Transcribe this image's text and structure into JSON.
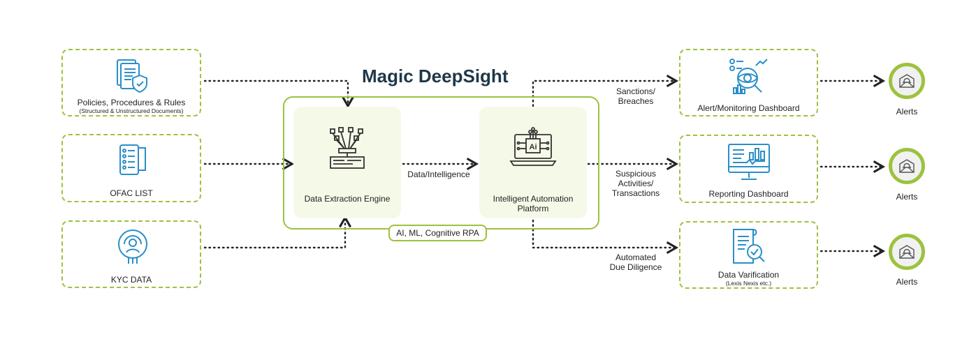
{
  "title": "Magic DeepSight",
  "inputs": [
    {
      "label": "Policies, Procedures & Rules",
      "sublabel": "(Structured & Unstructured Documents)",
      "icon": "documents-shield-icon"
    },
    {
      "label": "OFAC LIST",
      "icon": "checklist-icon"
    },
    {
      "label": "KYC DATA",
      "icon": "fingerprint-user-icon"
    }
  ],
  "engine": {
    "extraction_label": "Data Extraction Engine",
    "automation_label": "Intelligent Automation Platform",
    "flow_label": "Data/Intelligence",
    "tech_label": "AI, ML, Cognitive RPA"
  },
  "flows": [
    {
      "label_line1": "Sanctions/",
      "label_line2": "Breaches",
      "label_line3": ""
    },
    {
      "label_line1": "Suspicious",
      "label_line2": "Activities/",
      "label_line3": "Transactions"
    },
    {
      "label_line1": "Automated",
      "label_line2": "Due Diligence",
      "label_line3": ""
    }
  ],
  "outputs": [
    {
      "label": "Alert/Monitoring Dashboard",
      "sublabel": "",
      "icon": "eye-analytics-icon"
    },
    {
      "label": "Reporting Dashboard",
      "sublabel": "",
      "icon": "monitor-chart-icon"
    },
    {
      "label": "Data Varification",
      "sublabel": "(Lexis Nexis etc.)",
      "icon": "document-check-icon"
    }
  ],
  "alerts": [
    {
      "label": "Alerts",
      "icon": "bell-envelope-icon"
    },
    {
      "label": "Alerts",
      "icon": "bell-envelope-icon"
    },
    {
      "label": "Alerts",
      "icon": "bell-envelope-icon"
    }
  ],
  "colors": {
    "accent": "#9dc23e",
    "icon": "#2a8fc7",
    "title": "#1f3848",
    "panel": "#f5f9e8"
  }
}
